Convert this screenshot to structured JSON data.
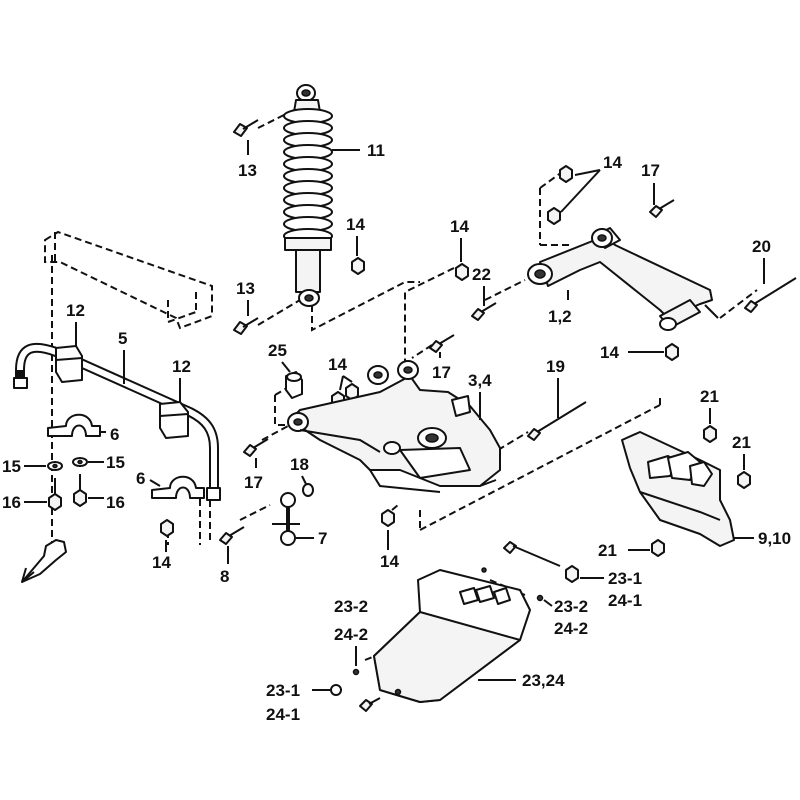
{
  "callouts": {
    "c11": "11",
    "c13a": "13",
    "c13b": "13",
    "c14_shock": "14",
    "c14_top": "14",
    "c14_arm_right": "14",
    "c14_mid": "14",
    "c14_center": "14",
    "c14_bottom_center": "14",
    "c14_bottom_left": "14",
    "c17_top": "17",
    "c17_mid": "17",
    "c17_left": "17",
    "c20": "20",
    "c22": "22",
    "c12a": "12",
    "c12b": "12",
    "c5": "5",
    "c25": "25",
    "c34": "3,4",
    "c19": "19",
    "c12arm": "1,2",
    "c6a": "6",
    "c6b": "6",
    "c15a": "15",
    "c15b": "15",
    "c16a": "16",
    "c16b": "16",
    "c18": "18",
    "c7": "7",
    "c8": "8",
    "c21a": "21",
    "c21b": "21",
    "c21c": "21",
    "c910": "9,10",
    "c231a": "23-1",
    "c241a": "24-1",
    "c232a": "23-2",
    "c242a": "24-2",
    "c232b": "23-2",
    "c242b": "24-2",
    "c2324": "23,24",
    "c231b": "23-1",
    "c241b": "24-1"
  }
}
